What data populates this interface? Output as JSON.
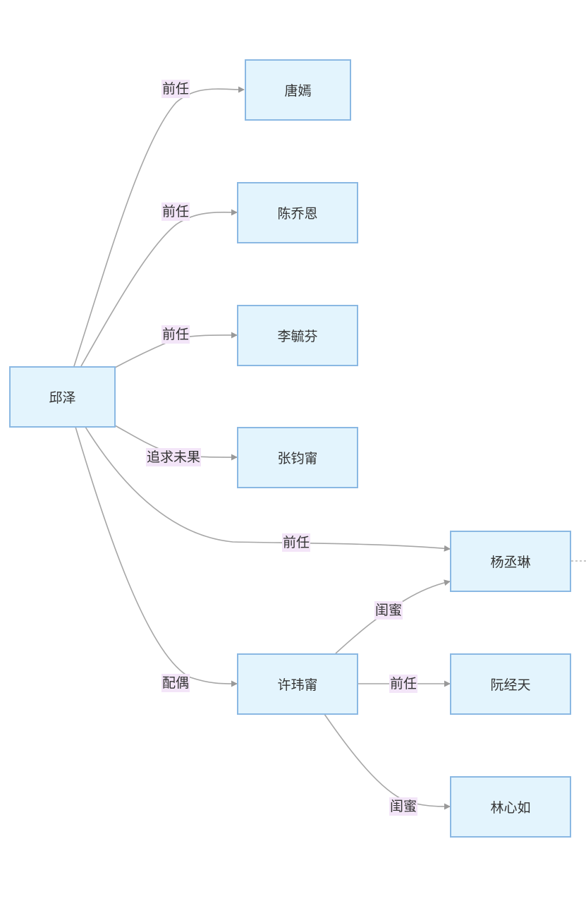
{
  "colors": {
    "node_fill": "#e3f4fd",
    "node_border": "#8ab8e3",
    "edge": "#a6a6a6",
    "label_bg": "#f3e5f8",
    "text": "#333333"
  },
  "nodes": {
    "qiuze": "邱泽",
    "tangyan": "唐嫣",
    "chenqiaoen": "陈乔恩",
    "lihangfen": "李毓芬",
    "zhangjunning": "张钧甯",
    "yangchenglin": "杨丞琳",
    "xuweining": "许玮甯",
    "ruanjingtian": "阮经天",
    "linxinru": "林心如"
  },
  "edge_labels": {
    "qiuze_tangyan": "前任",
    "qiuze_chenqiaoen": "前任",
    "qiuze_lihangfen": "前任",
    "qiuze_zhangjunning": "追求未果",
    "qiuze_yangchenglin": "前任",
    "qiuze_xuweining": "配偶",
    "xuweining_yangchenglin": "闺蜜",
    "xuweining_ruanjingtian": "前任",
    "xuweining_linxinru": "闺蜜"
  }
}
